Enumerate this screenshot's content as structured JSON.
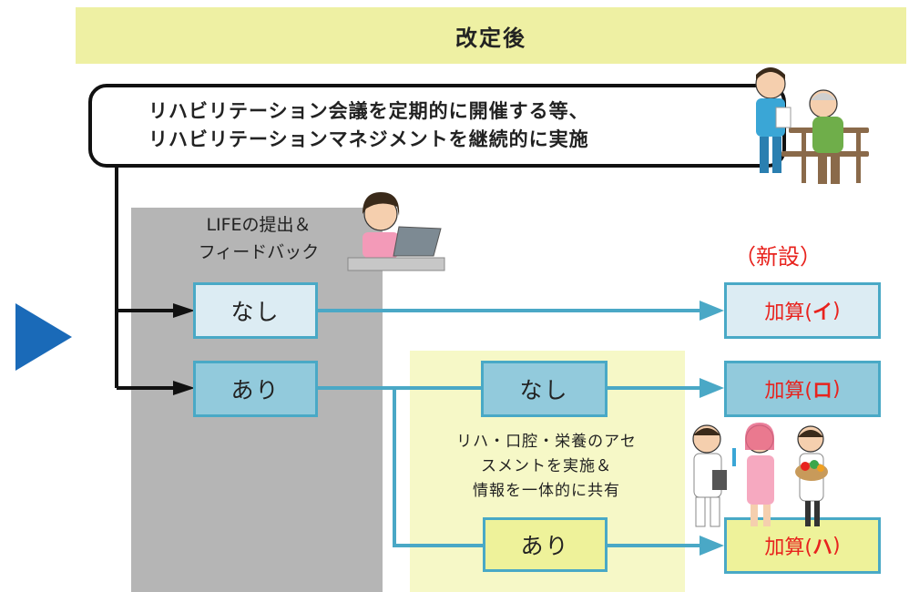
{
  "header": {
    "title": "改定後"
  },
  "topbox": {
    "line1": "リハビリテーション会議を定期的に開催する等、",
    "line2": "リハビリテーションマネジメントを継続的に実施"
  },
  "life_label": {
    "line1": "LIFEの提出＆",
    "line2": "フィードバック"
  },
  "new_label": "（新設）",
  "boxes": {
    "life_none": "なし",
    "life_yes": "あり",
    "assess_none": "なし",
    "assess_yes": "あり"
  },
  "assessment_label": {
    "line1": "リハ・口腔・栄養のアセ",
    "line2": "スメントを実施＆",
    "line3": "情報を一体的に共有"
  },
  "results": {
    "a": {
      "prefix": "加算(",
      "kana": "イ",
      "suffix": ")"
    },
    "b": {
      "prefix": "加算(",
      "kana": "ロ",
      "suffix": ")"
    },
    "c": {
      "prefix": "加算(",
      "kana": "ハ",
      "suffix": ")"
    }
  },
  "colors": {
    "arrow_blue": "#4aa8c6",
    "accent_red": "#e8231e",
    "play_blue": "#1a6ab8"
  },
  "icons": [
    "play-arrow-icon",
    "therapist-elder-illustration",
    "laptop-worker-illustration",
    "medical-staff-illustration"
  ]
}
